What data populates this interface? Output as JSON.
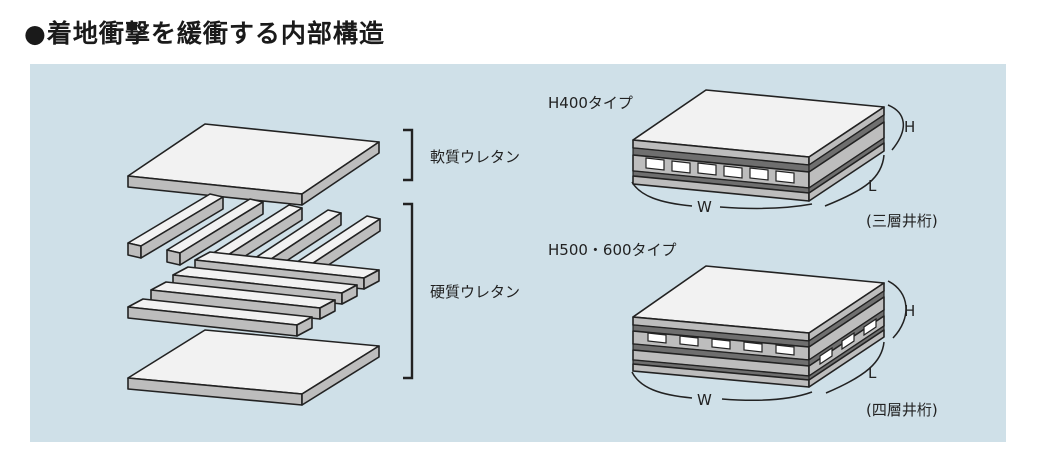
{
  "title": "●着地衝撃を緩衝する内部構造",
  "left_diagram": {
    "soft_label": "軟質ウレタン",
    "hard_label": "硬質ウレタン"
  },
  "h400": {
    "type_label": "H400タイプ",
    "caption": "(三層井桁)",
    "dim_h": "H",
    "dim_w": "W",
    "dim_l": "L"
  },
  "h500": {
    "type_label": "H500・600タイプ",
    "caption": "(四層井桁)",
    "dim_h": "H",
    "dim_w": "W",
    "dim_l": "L"
  },
  "colors": {
    "panel_bg": "#cfe0e8",
    "top_face": "#f2f2f2",
    "side_face": "#bdbdbd",
    "dark_face": "#7a7a7a",
    "outline": "#222222"
  }
}
